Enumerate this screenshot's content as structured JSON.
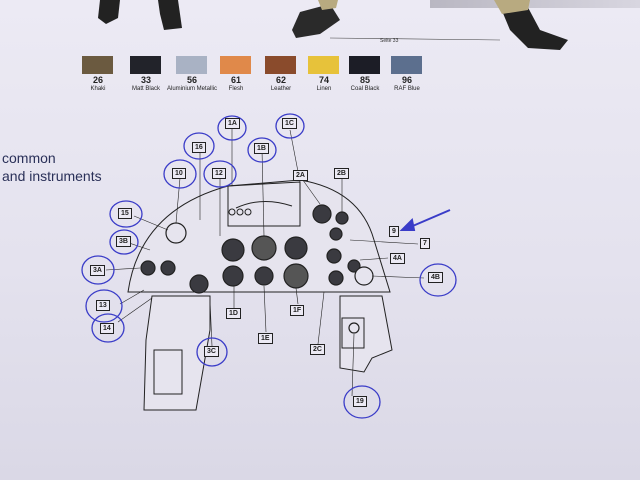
{
  "header": {
    "page_ref": "Seite 33"
  },
  "palette": [
    {
      "code": "26",
      "name": "Khaki",
      "color": "#6b5a40"
    },
    {
      "code": "33",
      "name": "Matt Black",
      "color": "#22232a"
    },
    {
      "code": "56",
      "name": "Aluminium Metallic",
      "color": "#a9b2c4"
    },
    {
      "code": "61",
      "name": "Flesh",
      "color": "#e0894a"
    },
    {
      "code": "62",
      "name": "Leather",
      "color": "#8a4b2c"
    },
    {
      "code": "74",
      "name": "Linen",
      "color": "#e7c23a"
    },
    {
      "code": "85",
      "name": "Coal Black",
      "color": "#1c1d26"
    },
    {
      "code": "96",
      "name": "RAF Blue",
      "color": "#5c6f8e"
    }
  ],
  "heading": {
    "line1": "common",
    "line2": "and instruments"
  },
  "callouts": [
    "1A",
    "1C",
    "1B",
    "16",
    "10",
    "12",
    "2A",
    "2B",
    "15",
    "3B",
    "3A",
    "9",
    "7",
    "4A",
    "4B",
    "13",
    "14",
    "3C",
    "1D",
    "1E",
    "1F",
    "2C",
    "19"
  ]
}
